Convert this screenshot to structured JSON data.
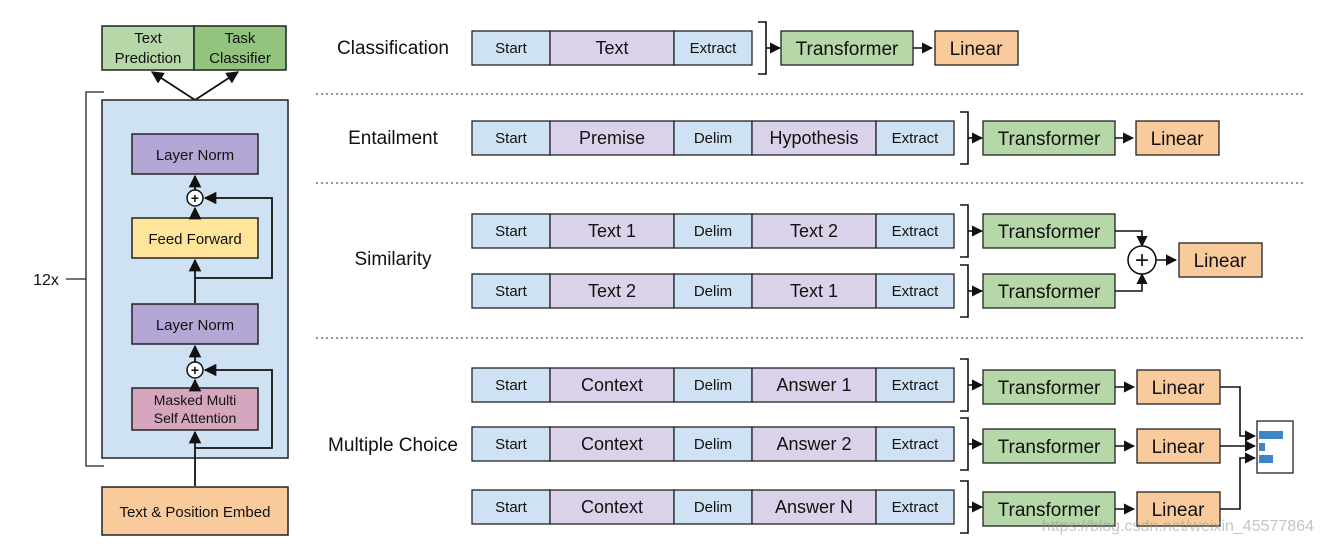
{
  "arch": {
    "text_prediction": "Text Prediction",
    "task_classifier": "Task Classifier",
    "repeat": "12x",
    "layer_norm_top": "Layer Norm",
    "feed_forward": "Feed Forward",
    "layer_norm_bottom": "Layer Norm",
    "masked_attention": "Masked Multi Self Attention",
    "embed": "Text & Position Embed"
  },
  "tasks": {
    "classification": {
      "label": "Classification",
      "rows": [
        {
          "tokens": [
            "Start",
            "Text",
            "Extract"
          ],
          "transformer": "Transformer",
          "linear": "Linear"
        }
      ]
    },
    "entailment": {
      "label": "Entailment",
      "rows": [
        {
          "tokens": [
            "Start",
            "Premise",
            "Delim",
            "Hypothesis",
            "Extract"
          ],
          "transformer": "Transformer",
          "linear": "Linear"
        }
      ]
    },
    "similarity": {
      "label": "Similarity",
      "rows": [
        {
          "tokens": [
            "Start",
            "Text 1",
            "Delim",
            "Text 2",
            "Extract"
          ],
          "transformer": "Transformer"
        },
        {
          "tokens": [
            "Start",
            "Text 2",
            "Delim",
            "Text 1",
            "Extract"
          ],
          "transformer": "Transformer"
        }
      ],
      "linear": "Linear",
      "plus": "+"
    },
    "multiple_choice": {
      "label": "Multiple Choice",
      "rows": [
        {
          "tokens": [
            "Start",
            "Context",
            "Delim",
            "Answer 1",
            "Extract"
          ],
          "transformer": "Transformer",
          "linear": "Linear"
        },
        {
          "tokens": [
            "Start",
            "Context",
            "Delim",
            "Answer 2",
            "Extract"
          ],
          "transformer": "Transformer",
          "linear": "Linear"
        },
        {
          "tokens": [
            "Start",
            "Context",
            "Delim",
            "Answer N",
            "Extract"
          ],
          "transformer": "Transformer",
          "linear": "Linear"
        }
      ]
    }
  },
  "watermark": "https://blog.csdn.net/weixin_45577864",
  "colors": {
    "token_special": "#cfe2f3",
    "token_text": "#d9d2e9",
    "transformer": "#b6d7a8",
    "linear": "#f9cb9c",
    "layer_norm": "#b4a7d6",
    "feed_forward": "#ffe599",
    "attention": "#d5a6bd",
    "block_bg": "#cfe2f3",
    "text_prediction": "#b6d7a8",
    "task_classifier": "#93c47d",
    "softmax_bar": "#3d85c6"
  }
}
